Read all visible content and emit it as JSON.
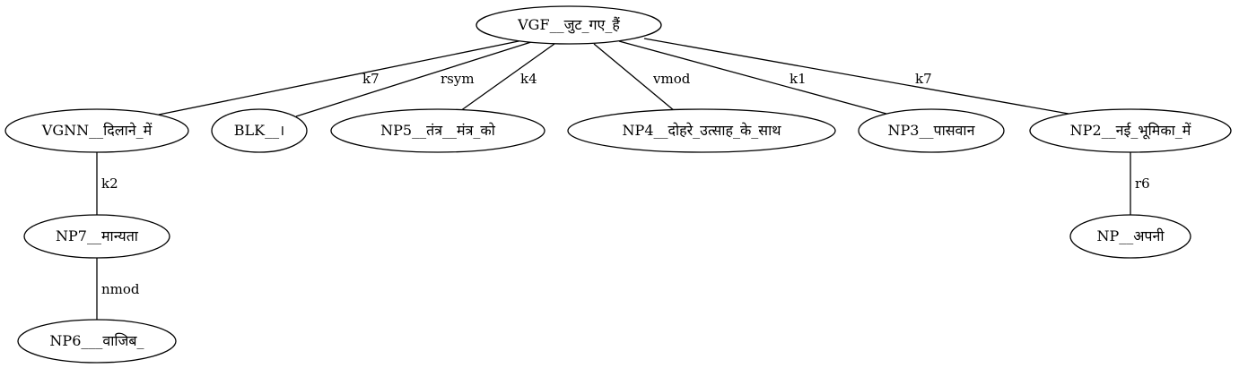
{
  "nodes": [
    {
      "id": "vgf",
      "label": "VGF__जुट_गए_हैं"
    },
    {
      "id": "vgnn",
      "label": "VGNN__दिलाने_में"
    },
    {
      "id": "blk",
      "label": "BLK__।"
    },
    {
      "id": "np5",
      "label": "NP5__तंत्र__मंत्र_को"
    },
    {
      "id": "np4",
      "label": "NP4__दोहरे_उत्साह_के_साथ"
    },
    {
      "id": "np3",
      "label": "NP3__पासवान"
    },
    {
      "id": "np2",
      "label": "NP2__नई_भूमिका_में"
    },
    {
      "id": "np7",
      "label": "NP7__मान्यता"
    },
    {
      "id": "np",
      "label": "NP__अपनी"
    },
    {
      "id": "np6",
      "label": "NP6___वाजिब_"
    }
  ],
  "edges": [
    {
      "id": "e-vgf-vgnn",
      "from": "vgf",
      "to": "vgnn",
      "label": "k7"
    },
    {
      "id": "e-vgf-blk",
      "from": "vgf",
      "to": "blk",
      "label": "rsym"
    },
    {
      "id": "e-vgf-np5",
      "from": "vgf",
      "to": "np5",
      "label": "k4"
    },
    {
      "id": "e-vgf-np4",
      "from": "vgf",
      "to": "np4",
      "label": "vmod"
    },
    {
      "id": "e-vgf-np3",
      "from": "vgf",
      "to": "np3",
      "label": "k1"
    },
    {
      "id": "e-vgf-np2",
      "from": "vgf",
      "to": "np2",
      "label": "k7"
    },
    {
      "id": "e-vgnn-np7",
      "from": "vgnn",
      "to": "np7",
      "label": "k2"
    },
    {
      "id": "e-np2-np",
      "from": "np2",
      "to": "np",
      "label": "r6"
    },
    {
      "id": "e-np7-np6",
      "from": "np7",
      "to": "np6",
      "label": "nmod"
    }
  ]
}
